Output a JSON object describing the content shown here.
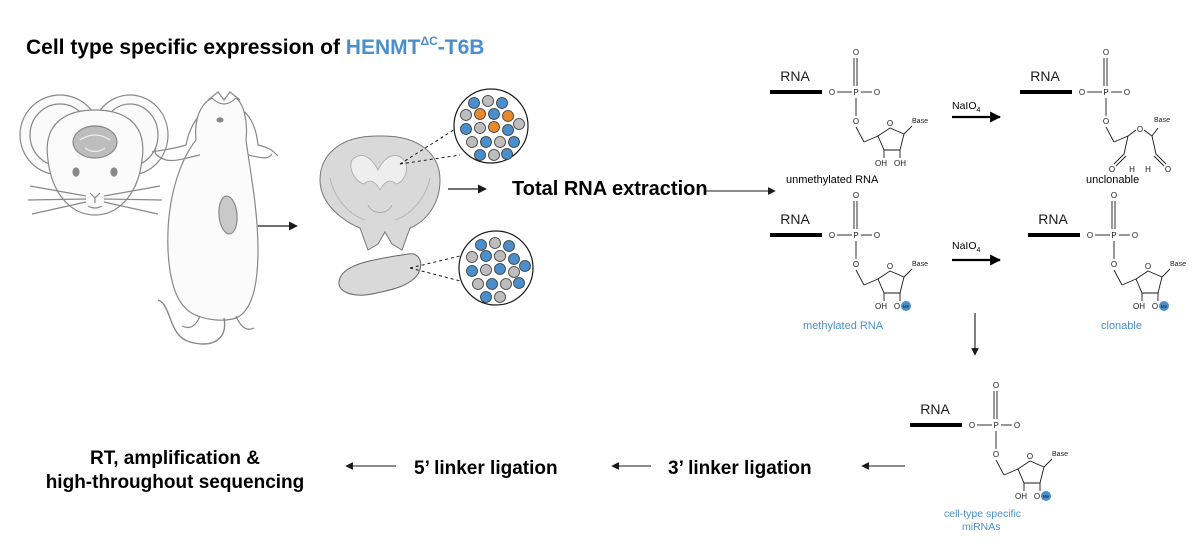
{
  "title": {
    "prefix": "Cell type specific expression of ",
    "highlight_main": "HENMT",
    "highlight_sup": "ΔC",
    "highlight_suffix": "-T6B"
  },
  "labels": {
    "total_rna": "Total RNA extraction",
    "rna": "RNA",
    "base": "Base",
    "o": "O",
    "p": "P",
    "oh": "OH",
    "h": "H",
    "me": "Me",
    "naio4": "NaIO",
    "naio4_sub": "4",
    "unmethylated": "unmethylated RNA",
    "unclonable": "unclonable",
    "methylated": "methylated RNA",
    "clonable": "clonable",
    "celltype_line1": "cell-type specific",
    "celltype_line2": "miRNAs",
    "linker3": "3’ linker ligation",
    "linker5": "5’ linker ligation",
    "rt_line1": "RT, amplification &",
    "rt_line2": "high-throughout sequencing"
  },
  "colors": {
    "accent": "#4a8fcb",
    "orange": "#e8892b",
    "tissue": "#d9d9d9",
    "dark": "#1a1a1a"
  }
}
